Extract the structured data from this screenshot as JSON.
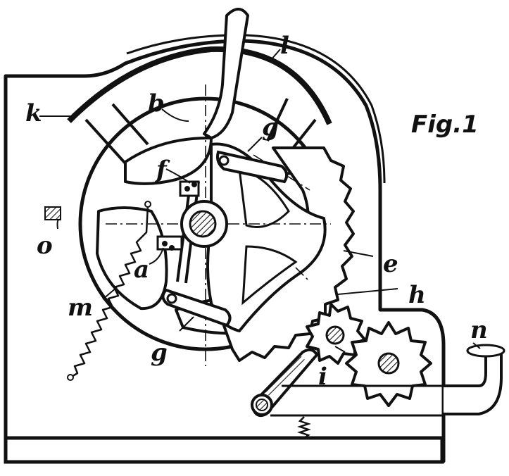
{
  "figure": {
    "title": "Fig.1",
    "labels": {
      "a": "a",
      "b": "b",
      "e": "e",
      "f": "f",
      "g_upper": "g",
      "g_lower": "g",
      "h": "h",
      "i": "i",
      "k": "k",
      "l": "l",
      "m": "m",
      "n": "n",
      "o": "o"
    }
  },
  "colors": {
    "ink": "#111111",
    "paper": "#ffffff"
  }
}
